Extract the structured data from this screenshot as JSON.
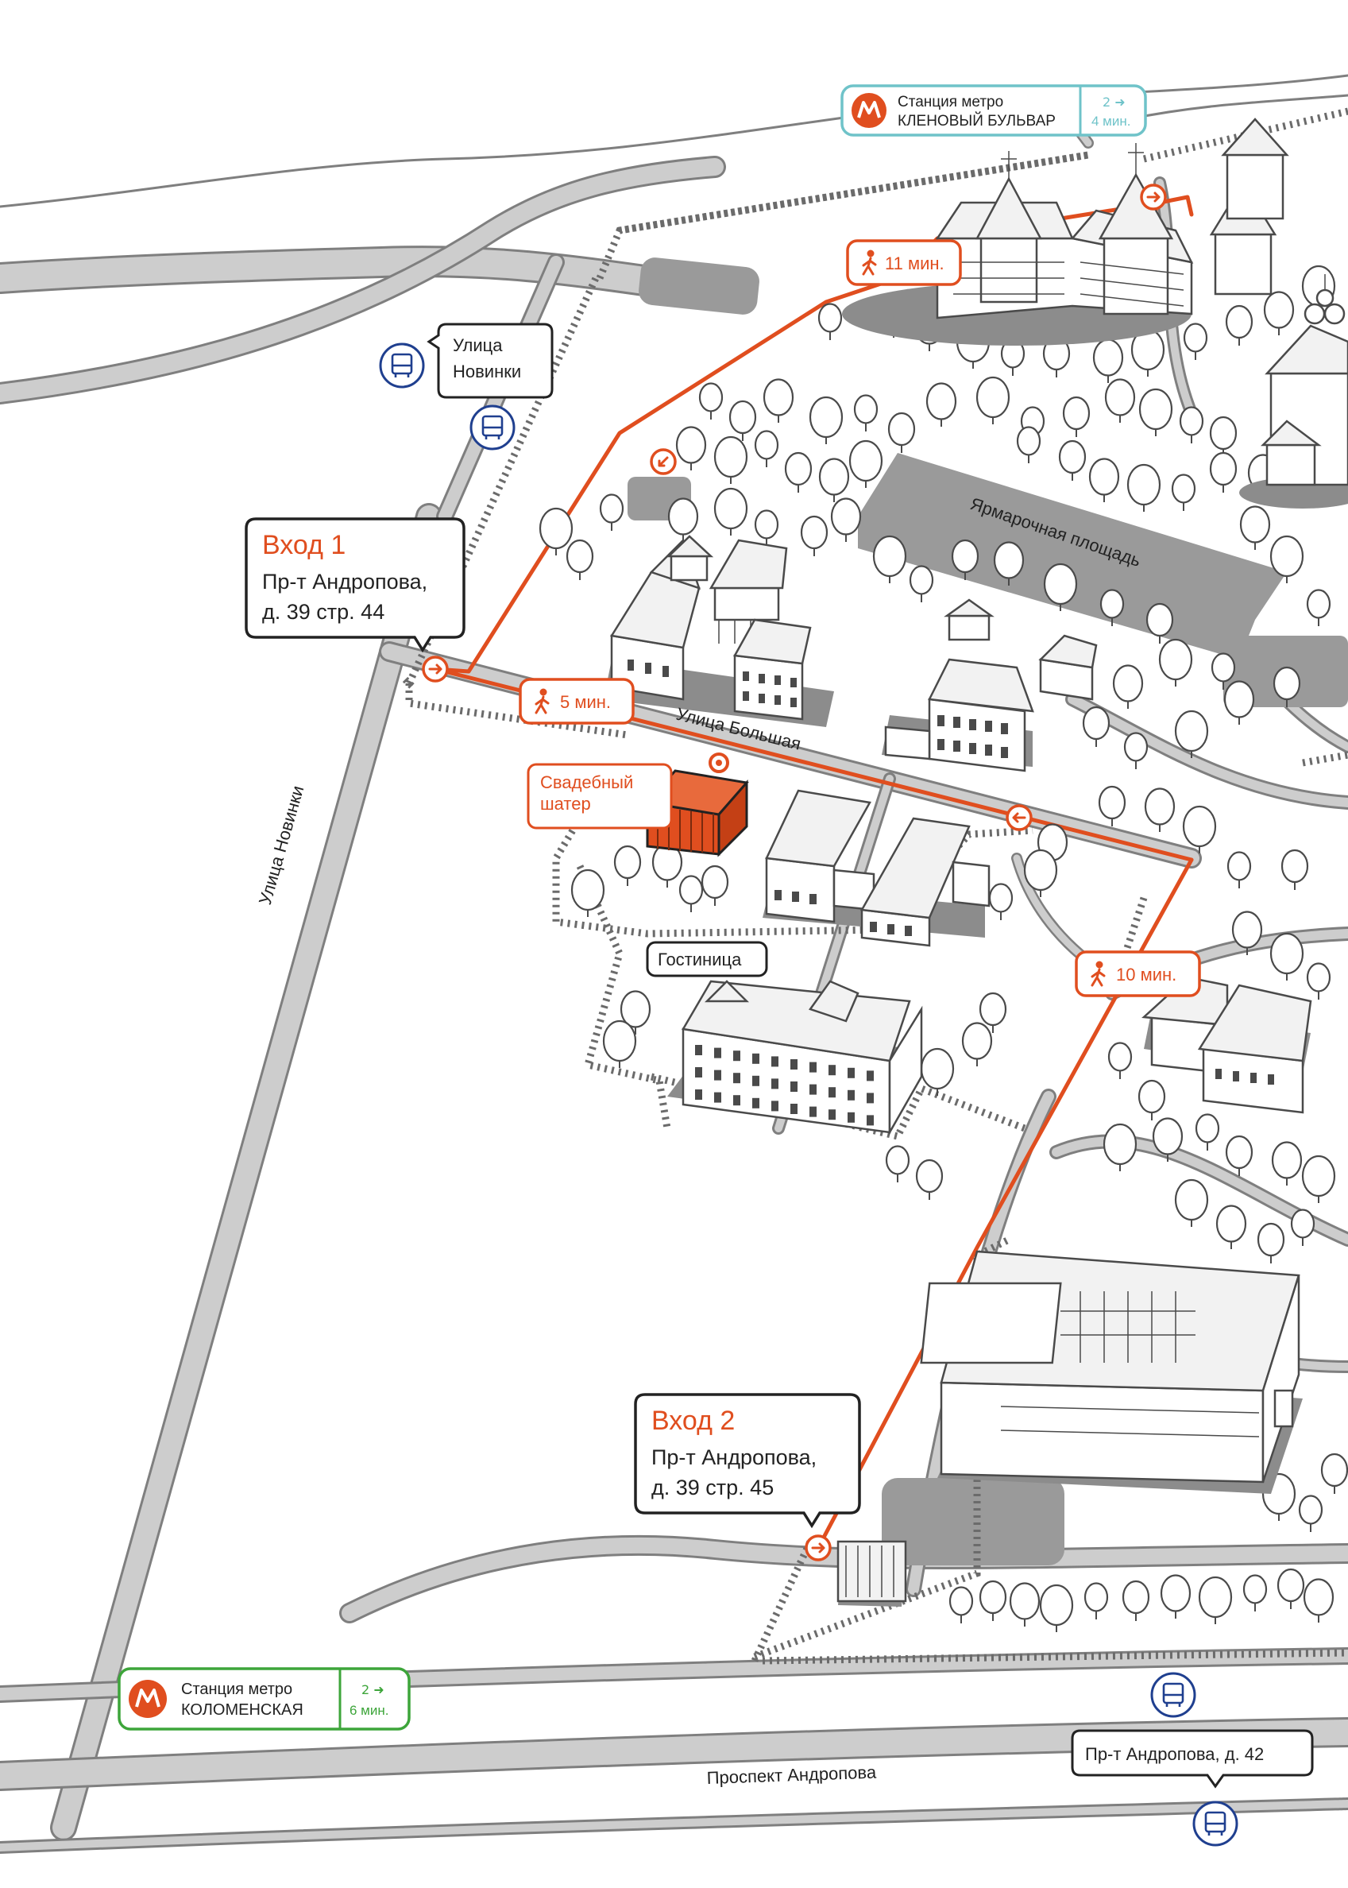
{
  "colors": {
    "route": "#e04e1f",
    "metro_top": "#6fc3c9",
    "metro_bottom": "#3da53a",
    "bus": "#1f3f8f",
    "venue": "#e04e1f"
  },
  "metro_stations": [
    {
      "id": "top",
      "title": "Станция метро",
      "name": "КЛЕНОВЫЙ БУЛЬВАР",
      "time_top": "2 ➜",
      "time_bottom": "4 мин.",
      "icon": "metro-icon"
    },
    {
      "id": "bottom",
      "title": "Станция метро",
      "name": "КОЛОМЕНСКАЯ",
      "time_top": "2 ➜",
      "time_bottom": "6 мин.",
      "icon": "metro-icon"
    }
  ],
  "bus_stops": [
    {
      "id": "novinki",
      "label": "Улица\nНовинки",
      "icon": "bus-icon"
    },
    {
      "id": "andropova42",
      "label": "Пр-т Андропова, д. 42",
      "icon": "bus-icon"
    }
  ],
  "entrances": [
    {
      "id": "entrance-1",
      "title": "Вход 1",
      "line1": "Пр-т Андропова,",
      "line2": "д. 39 стр. 44"
    },
    {
      "id": "entrance-2",
      "title": "Вход 2",
      "line1": "Пр-т Андропова,",
      "line2": "д. 39 стр. 45"
    }
  ],
  "walk_times": [
    {
      "id": "walk-11",
      "label": "11 мин.",
      "icon": "walking-person-icon"
    },
    {
      "id": "walk-5",
      "label": "5 мин.",
      "icon": "walking-person-icon"
    },
    {
      "id": "walk-10",
      "label": "10 мин.",
      "icon": "walking-person-icon"
    }
  ],
  "places": {
    "venue": "Свадебный\nшатер",
    "hotel": "Гостиница"
  },
  "streets": {
    "bolshaya": "Улица Большая",
    "novinki": "Улица Новинки",
    "andropova": "Проспект Андропова",
    "fair": "Ярмарочная площадь"
  }
}
